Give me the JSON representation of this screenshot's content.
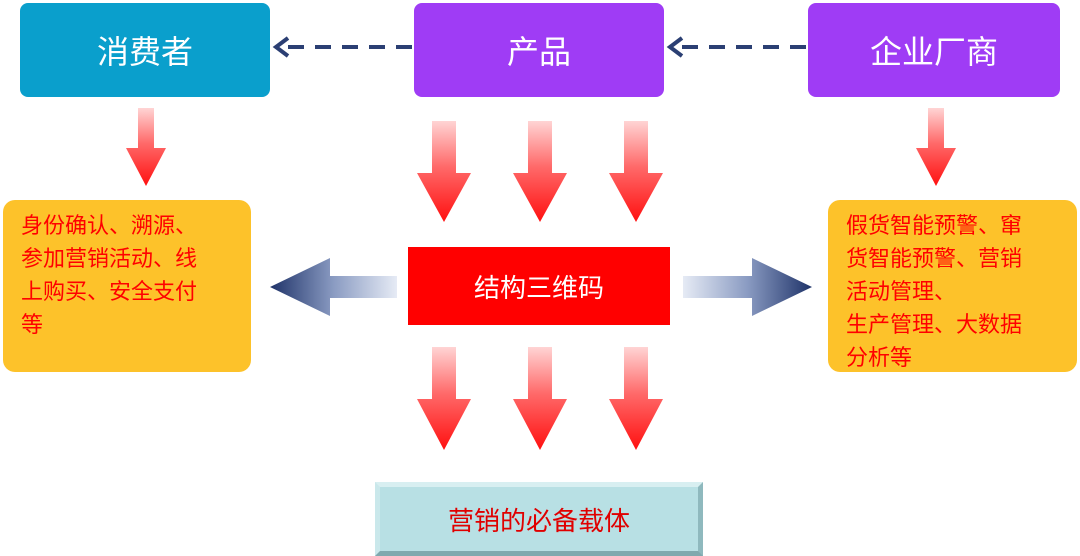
{
  "nodes": {
    "consumer": "消费者",
    "product": "产品",
    "enterprise": "企业厂商",
    "qr_code": "结构三维码",
    "carrier": "营销的必备载体"
  },
  "consumer_benefits": "身份确认、溯源、\n参加营销活动、线\n上购买、安全支付\n等",
  "enterprise_benefits": "假货智能预警、窜\n货智能预警、营销\n活动管理、\n生产管理、大数据\n分析等",
  "colors": {
    "consumer_box": "#0a9fcc",
    "product_box": "#9f3cf5",
    "enterprise_box": "#9f3cf5",
    "side_box": "#fdc22a",
    "side_text": "#ff0000",
    "qr_box": "#ff0000",
    "carrier_box": "#b8e0e4",
    "dashed_arrow": "#2b3f73",
    "down_arrow": "#ff2222",
    "side_arrow": "#2b3f73"
  }
}
